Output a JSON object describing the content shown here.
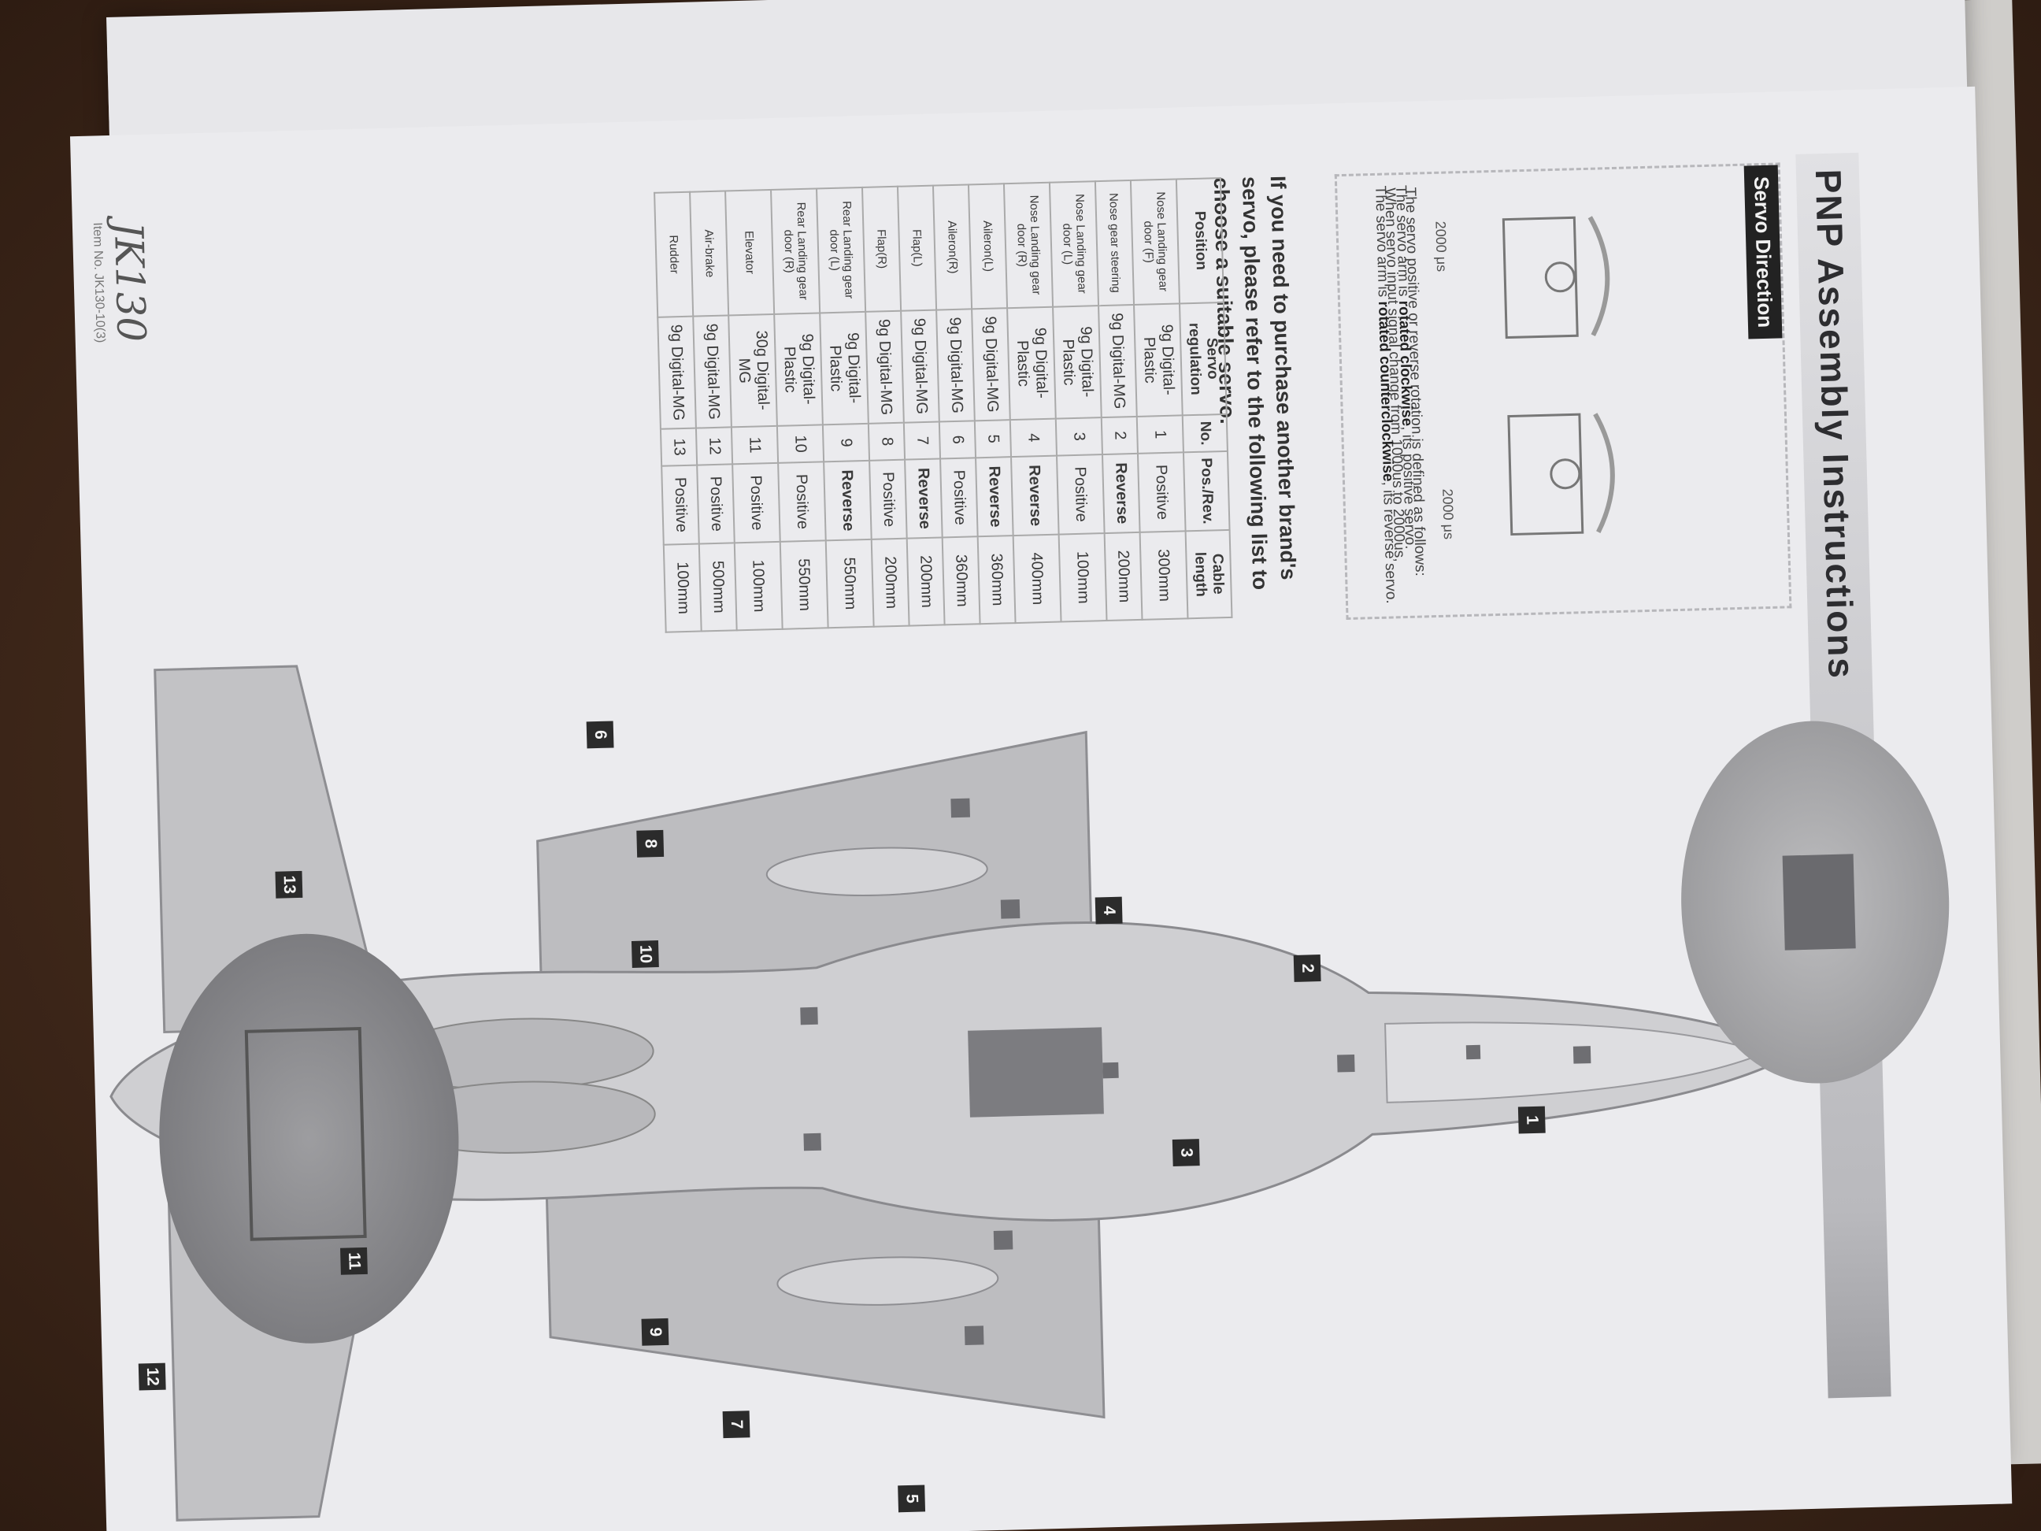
{
  "header": {
    "title": "PNP Assembly Instructions"
  },
  "servo_direction": {
    "tag": "Servo Direction",
    "line1": "The servo positive or reverse rotation is defined as follows:",
    "line2": "When servo input signal change from 1000us to 2000us,",
    "line3a": "The servo arm is",
    "line3b": "rotated clockwise",
    "line3c": ", its positive servo.",
    "line4a": "The servo arm is",
    "line4b": "rotated counterclockwise",
    "line4c": ", its reverse servo.",
    "pw_left": "2000 μs",
    "pw_right": "2000 μs"
  },
  "table": {
    "heading": "If you need to purchase another brand's servo, please refer to the following list to choose a suitable servo.",
    "columns": [
      "Position",
      "Servo regulation",
      "No.",
      "Pos./Rev.",
      "Cable length"
    ],
    "rows": [
      [
        "Nose Landing gear door (F)",
        "9g Digital-Plastic",
        "1",
        "Positive",
        "300mm"
      ],
      [
        "Nose gear steering",
        "9g Digital-MG",
        "2",
        "Reverse",
        "200mm"
      ],
      [
        "Nose Landing gear door (L)",
        "9g Digital-Plastic",
        "3",
        "Positive",
        "100mm"
      ],
      [
        "Nose Landing gear door (R)",
        "9g Digital-Plastic",
        "4",
        "Reverse",
        "400mm"
      ],
      [
        "Aileron(L)",
        "9g Digital-MG",
        "5",
        "Reverse",
        "360mm"
      ],
      [
        "Aileron(R)",
        "9g Digital-MG",
        "6",
        "Positive",
        "360mm"
      ],
      [
        "Flap(L)",
        "9g Digital-MG",
        "7",
        "Reverse",
        "200mm"
      ],
      [
        "Flap(R)",
        "9g Digital-MG",
        "8",
        "Positive",
        "200mm"
      ],
      [
        "Rear Landing gear door (L)",
        "9g Digital-Plastic",
        "9",
        "Reverse",
        "550mm"
      ],
      [
        "Rear Landing gear door (R)",
        "9g Digital-Plastic",
        "10",
        "Positive",
        "550mm"
      ],
      [
        "Elevator",
        "30g Digital-MG",
        "11",
        "Positive",
        "100mm"
      ],
      [
        "Air-brake",
        "9g Digital-MG",
        "12",
        "Positive",
        "500mm"
      ],
      [
        "Rudder",
        "9g Digital-MG",
        "13",
        "Positive",
        "100mm"
      ]
    ]
  },
  "callouts": [
    "1",
    "2",
    "3",
    "4",
    "5",
    "6",
    "7",
    "8",
    "9",
    "10",
    "11",
    "12",
    "13"
  ],
  "footer": {
    "brand": "JK130",
    "sub": "Item No. JK130-10(3)"
  },
  "icons": [
    "servo-diagram-icon",
    "rotation-arrow-icon",
    "jet-airframe-illustration"
  ]
}
